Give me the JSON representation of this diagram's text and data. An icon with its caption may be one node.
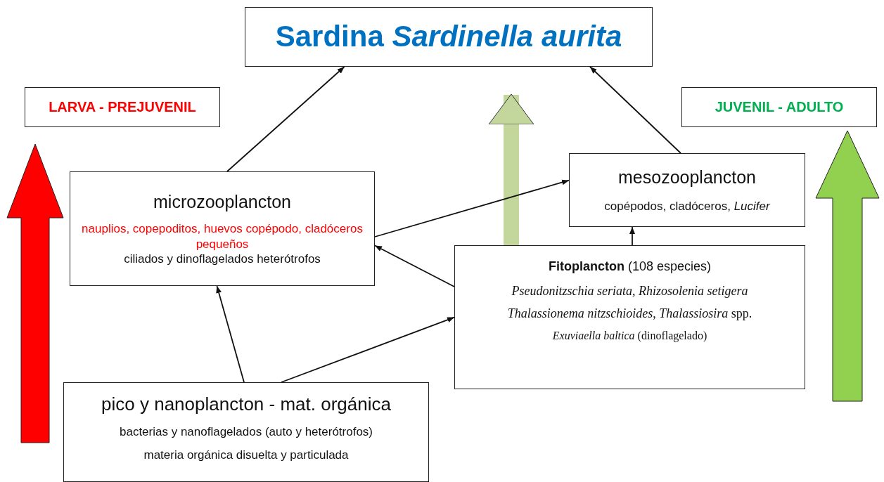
{
  "diagram": {
    "nodes": [
      {
        "text": [
          "Sardina *Sardinella aurita*"
        ]
      },
      {
        "text": [
          "LARVA - PREJUVENIL"
        ]
      },
      {
        "text": [
          "JUVENIL - ADULTO"
        ]
      },
      {
        "text": [
          "microzooplancton",
          "nauplios, copepoditos, huevos copépodo, cladóceros pequeños",
          "ciliados y dinoflagelados heterótrofos"
        ]
      },
      {
        "text": [
          "mesozooplancton",
          "copépodos, cladóceros, *Lucifer*"
        ]
      },
      {
        "text": [
          "**Fitoplancton** (108 especies)",
          "*Pseudonitzschia seriata, Rhizosolenia setigera*",
          "*Thalassionema nitzschioides*, *Thalassiosira* spp.",
          "*Exuviaella baltica* (dinoflagelado)"
        ]
      },
      {
        "text": [
          "pico y nanoplancton - mat. orgánica",
          "bacterias y nanoflagelados (auto y heterótrofos)",
          "materia orgánica disuelta y particulada"
        ]
      }
    ],
    "edges": [
      {
        "from": 3,
        "to": 0,
        "arrow": "to"
      },
      {
        "from": 4,
        "to": 0,
        "arrow": "to"
      },
      {
        "from": 5,
        "to": 0,
        "arrow": "to",
        "style": "thick",
        "color": "#c3d69b"
      },
      {
        "from": 3,
        "to": 4,
        "arrow": "to"
      },
      {
        "from": 5,
        "to": 4,
        "arrow": "to"
      },
      {
        "from": 5,
        "to": 3,
        "arrow": "to"
      },
      {
        "from": 6,
        "to": 3,
        "arrow": "to"
      },
      {
        "from": 6,
        "to": 5,
        "arrow": "to"
      }
    ]
  }
}
